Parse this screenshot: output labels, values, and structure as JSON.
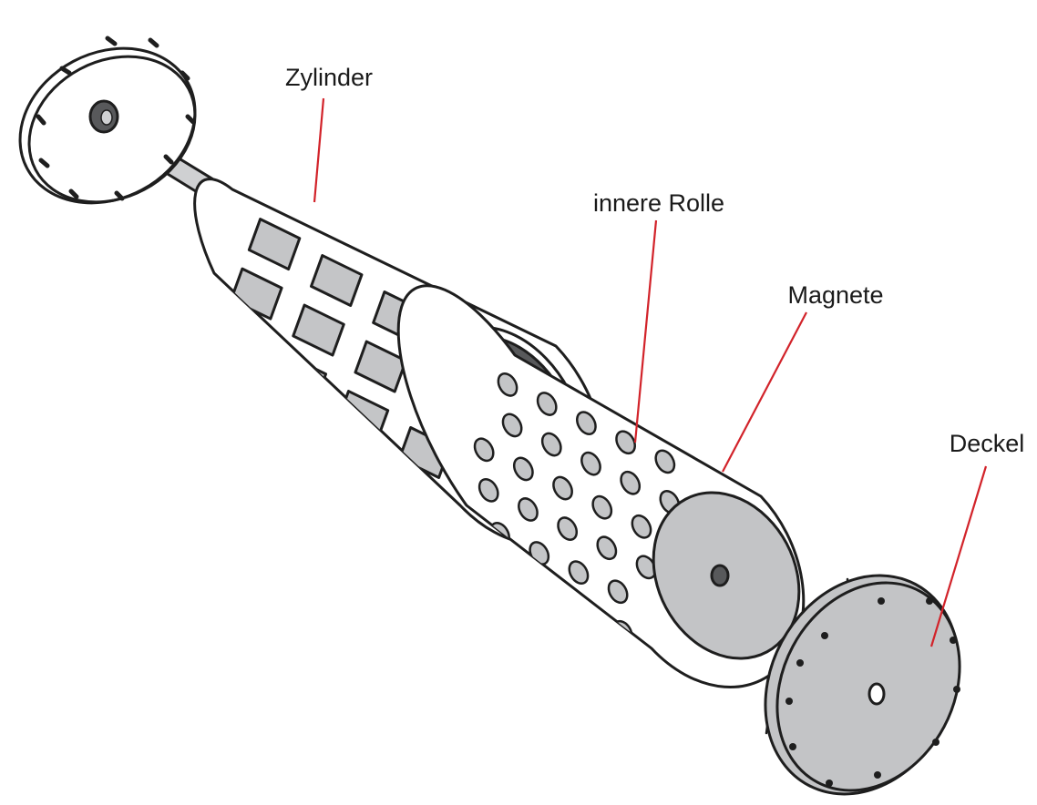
{
  "labels": {
    "zylinder": "Zylinder",
    "innere_rolle": "innere Rolle",
    "magnete": "Magnete",
    "deckel": "Deckel"
  },
  "colors": {
    "outline": "#1e1e1e",
    "part_fill": "#ffffff",
    "window_fill": "#c4c5c7",
    "face_fill": "#c3c4c6",
    "dark_interior": "#58595b",
    "leader_line": "#d2232a"
  }
}
